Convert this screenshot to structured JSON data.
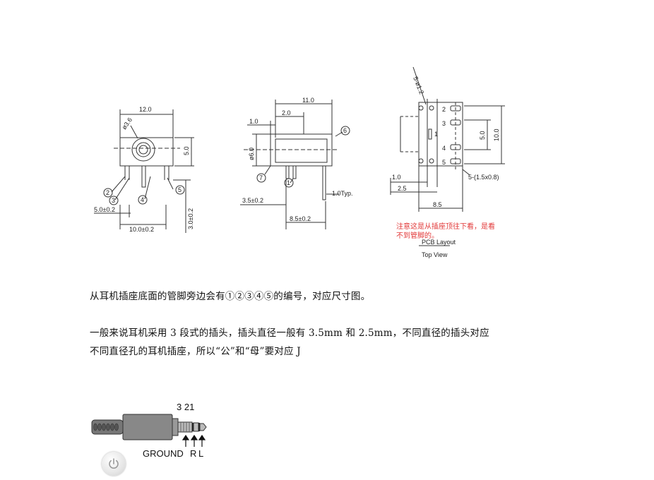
{
  "drawings": {
    "side_view": {
      "dim_width": "12.0",
      "dim_hole": "ø3.6",
      "dim_height": "5.0",
      "dim_pin_len": "3.0±0.2",
      "dim_pin_a": "5.0±0.2",
      "dim_pin_b": "10.0±0.2",
      "pins": [
        "2",
        "3",
        "4",
        "5"
      ]
    },
    "front_view": {
      "dim_length": "11.0",
      "dim_inner": "2.0",
      "dim_front": "1.0",
      "dim_diameter": "ø6.0",
      "dim_pin_thick": "1.0Typ.",
      "dim_offset": "3.5±0.2",
      "dim_spacing": "8.5±0.2",
      "pins": [
        "6",
        "7",
        "1"
      ]
    },
    "pcb_layout": {
      "dim_holes": "5-ø1.2",
      "dim_pads": "5-(1.5x0.8)",
      "dim_5": "5.0",
      "dim_10": "10.0",
      "dim_1": "1.0",
      "dim_25": "2.5",
      "dim_85": "8.5",
      "pin_numbers": [
        "2",
        "3",
        "1",
        "4",
        "5"
      ],
      "note_line1": "注意这是从插座顶往下看，是看",
      "note_line2": "不到管脚的。",
      "caption_1": "PCB Layout",
      "caption_2": "Top View"
    }
  },
  "text": {
    "line1": "从耳机插座底面的管脚旁边会有①②③④⑤的编号，对应尺寸图。",
    "line2": "一般来说耳机采用 3 段式的插头，插头直径一般有 3.5mm 和 2.5mm，不同直径的插头对应",
    "line3": "不同直径孔的耳机插座，所以“公”和“母”要对应 J"
  },
  "plug": {
    "numbers": "3 21",
    "labels": [
      "GROUND",
      "R",
      "L"
    ]
  },
  "colors": {
    "note_red": "#e23a3a"
  },
  "icons": {
    "power_button": "power-icon"
  }
}
